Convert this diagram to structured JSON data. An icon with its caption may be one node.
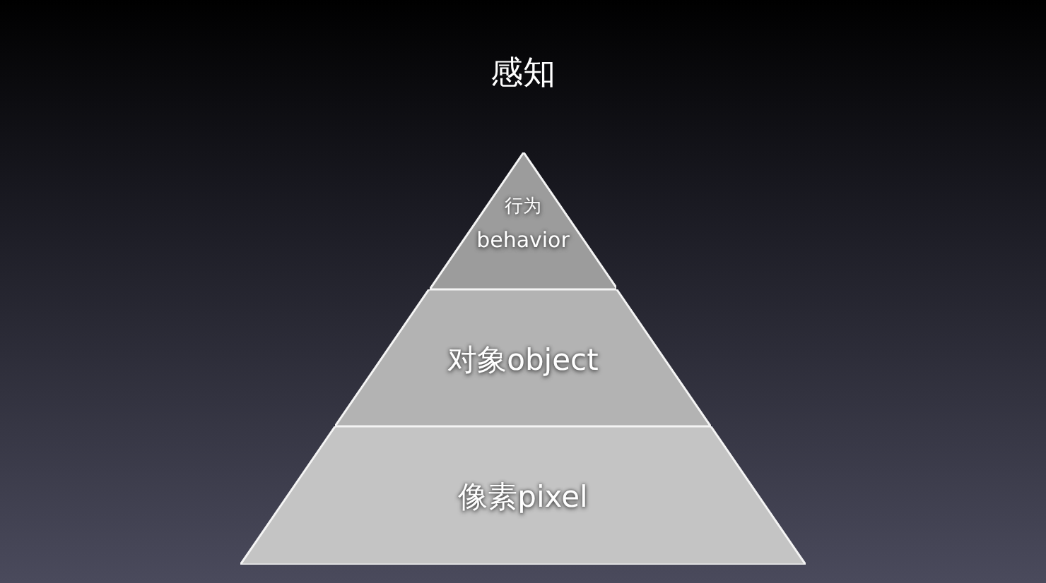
{
  "diagram": {
    "title": "感知",
    "nodes": [
      {
        "text": [
          "行为",
          "behavior"
        ]
      },
      {
        "text": [
          "对象object"
        ]
      },
      {
        "text": [
          "像素pixel"
        ]
      }
    ]
  }
}
